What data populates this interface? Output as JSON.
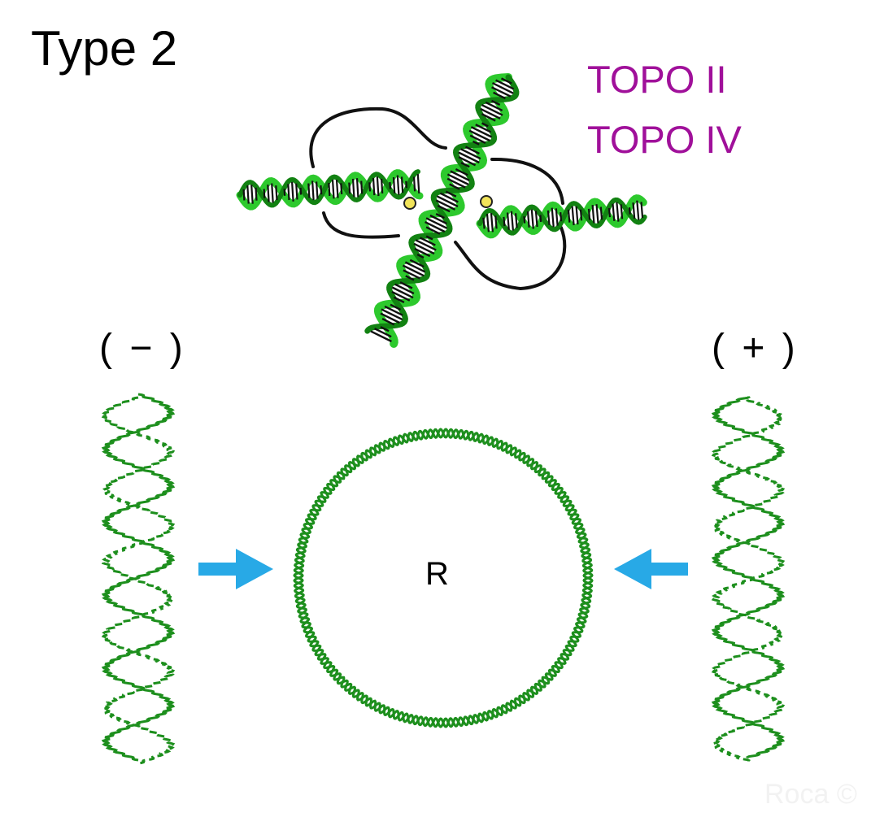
{
  "title": "Type 2",
  "enzymes": [
    "TOPO II",
    "TOPO IV"
  ],
  "negative_label": "( − )",
  "positive_label": "( + )",
  "relaxed_label": "R",
  "watermark": "Roca ©",
  "colors": {
    "enzyme_text": "#a0109a",
    "helix_bright": "#2dc92d",
    "helix_dark": "#128212",
    "arrow": "#28a9e6",
    "linker": "#111111",
    "active_site": "#f2e45a"
  }
}
